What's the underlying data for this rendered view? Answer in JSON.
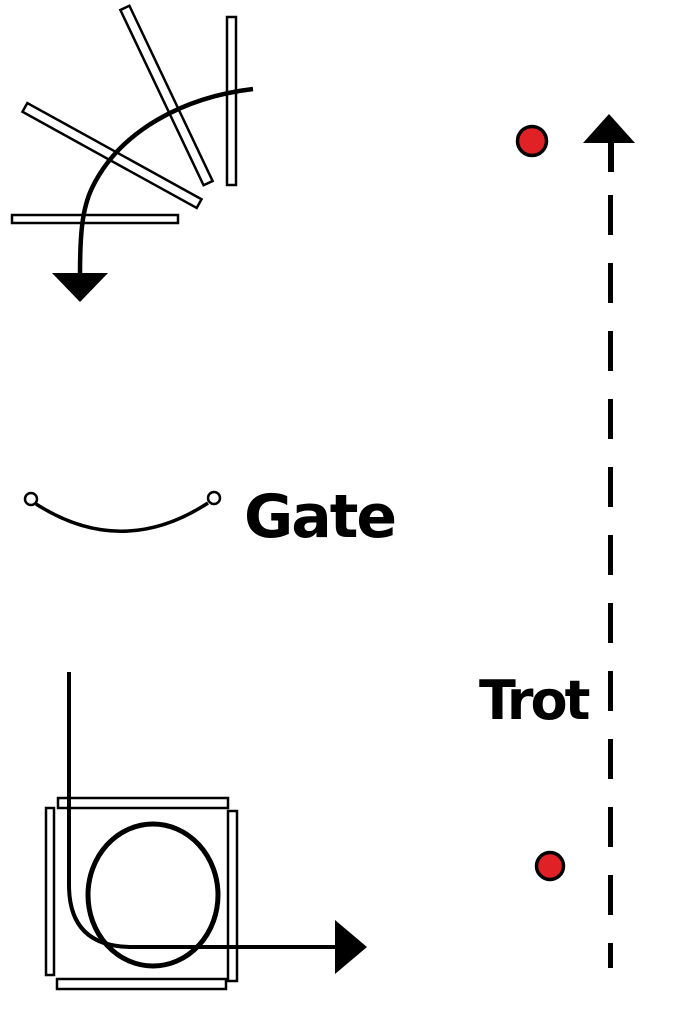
{
  "diagram": {
    "background": "#ffffff",
    "ink": "#000000",
    "pole_fan": {
      "pole_count": 4,
      "path_arrow": "curved-arrow-down"
    },
    "gate": {
      "label": "Gate",
      "post_count": 2
    },
    "turn_box": {
      "pole_count": 4,
      "turn_shape": "circle",
      "path_arrow": "arrow-right"
    },
    "trot_lane": {
      "label": "Trot",
      "line_style": "dashed",
      "path_arrow": "arrow-up",
      "marker_count": 2,
      "marker_color": "#e02227"
    }
  }
}
